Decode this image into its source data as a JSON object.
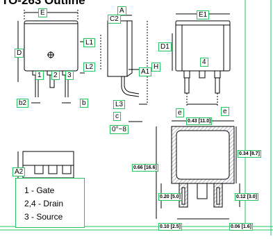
{
  "title": "TO-263 Outline",
  "labels": {
    "E": "E",
    "A": "A",
    "C2": "C2",
    "E1": "E1",
    "D": "D",
    "L1": "L1",
    "L2": "L2",
    "D1": "D1",
    "A1": "A1",
    "H": "H",
    "pin1": "1",
    "pin2": "2",
    "pin3": "3",
    "pin4": "4",
    "b2": "b2",
    "b": "b",
    "L3": "L3",
    "c": "c",
    "angle": "0°~8",
    "e_left": "e",
    "e_right": "e",
    "A2": "A2"
  },
  "dims": {
    "top_width": "0.43 [11.0]",
    "right_height": "0.34 [8.7]",
    "left_height": "0.66 [16.6]",
    "lead_length": "0.20 [5.0]",
    "foot_height": "0.12 [3.0]",
    "pitch": "0.10 [2.5]",
    "lead_width": "0.06 [1.6]"
  },
  "legend": {
    "line1": "1 - Gate",
    "line2": "2,4 - Drain",
    "line3": "3 - Source"
  },
  "colors": {
    "accent": "#22c55e",
    "stroke": "#000000",
    "hatch": "#9ca3af"
  }
}
